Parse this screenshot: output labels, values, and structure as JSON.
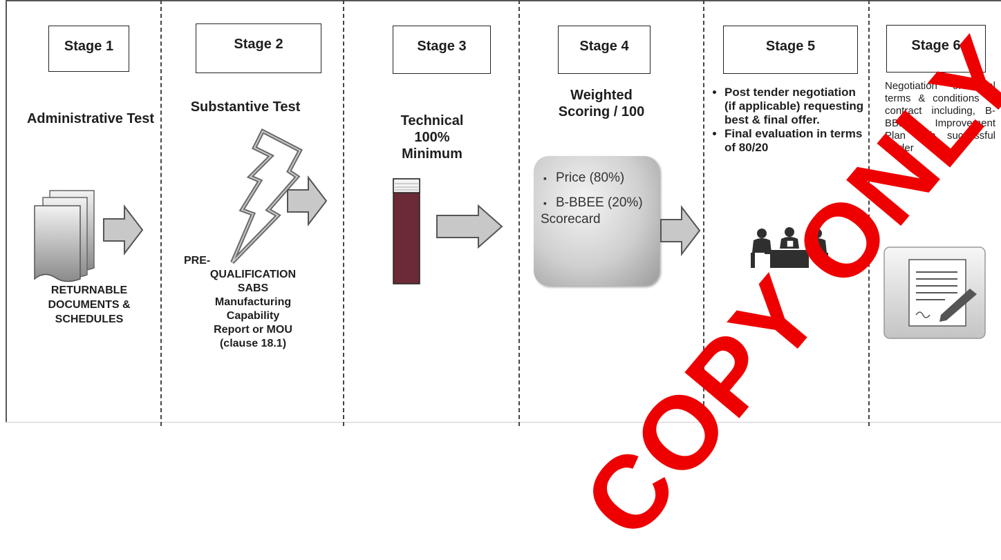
{
  "stages": [
    {
      "label": "Stage 1",
      "heading": "Administrative Test",
      "caption": "RETURNABLE DOCUMENTS & SCHEDULES"
    },
    {
      "label": "Stage 2",
      "heading": "Substantive Test",
      "caption_lines": [
        "PRE-",
        "QUALIFICATION",
        "SABS",
        "Manufacturing",
        "Capability",
        "Report or MOU",
        "(clause 18.1)"
      ]
    },
    {
      "label": "Stage 3",
      "heading_lines": [
        "Technical",
        "100%",
        "Minimum"
      ]
    },
    {
      "label": "Stage 4",
      "heading_lines": [
        "Weighted",
        "Scoring / 100"
      ],
      "scorecard_items": [
        "Price (80%)",
        "B-BBEE (20%)"
      ],
      "scorecard_tail": "Scorecard"
    },
    {
      "label": "Stage 5",
      "bullets": [
        "Post tender negotiation (if applicable) requesting best & final offer.",
        "Final evaluation in terms of 80/20"
      ]
    },
    {
      "label": "Stage 6",
      "text": "Negotiation of final terms & conditions of contract including, B-BBEE Improvement Plan with successful bidder"
    }
  ],
  "watermark": "COPY ONLY",
  "icons": [
    "documents-icon",
    "lightning-icon",
    "book-icon",
    "meeting-icon",
    "contract-icon",
    "arrow-right-icon"
  ]
}
